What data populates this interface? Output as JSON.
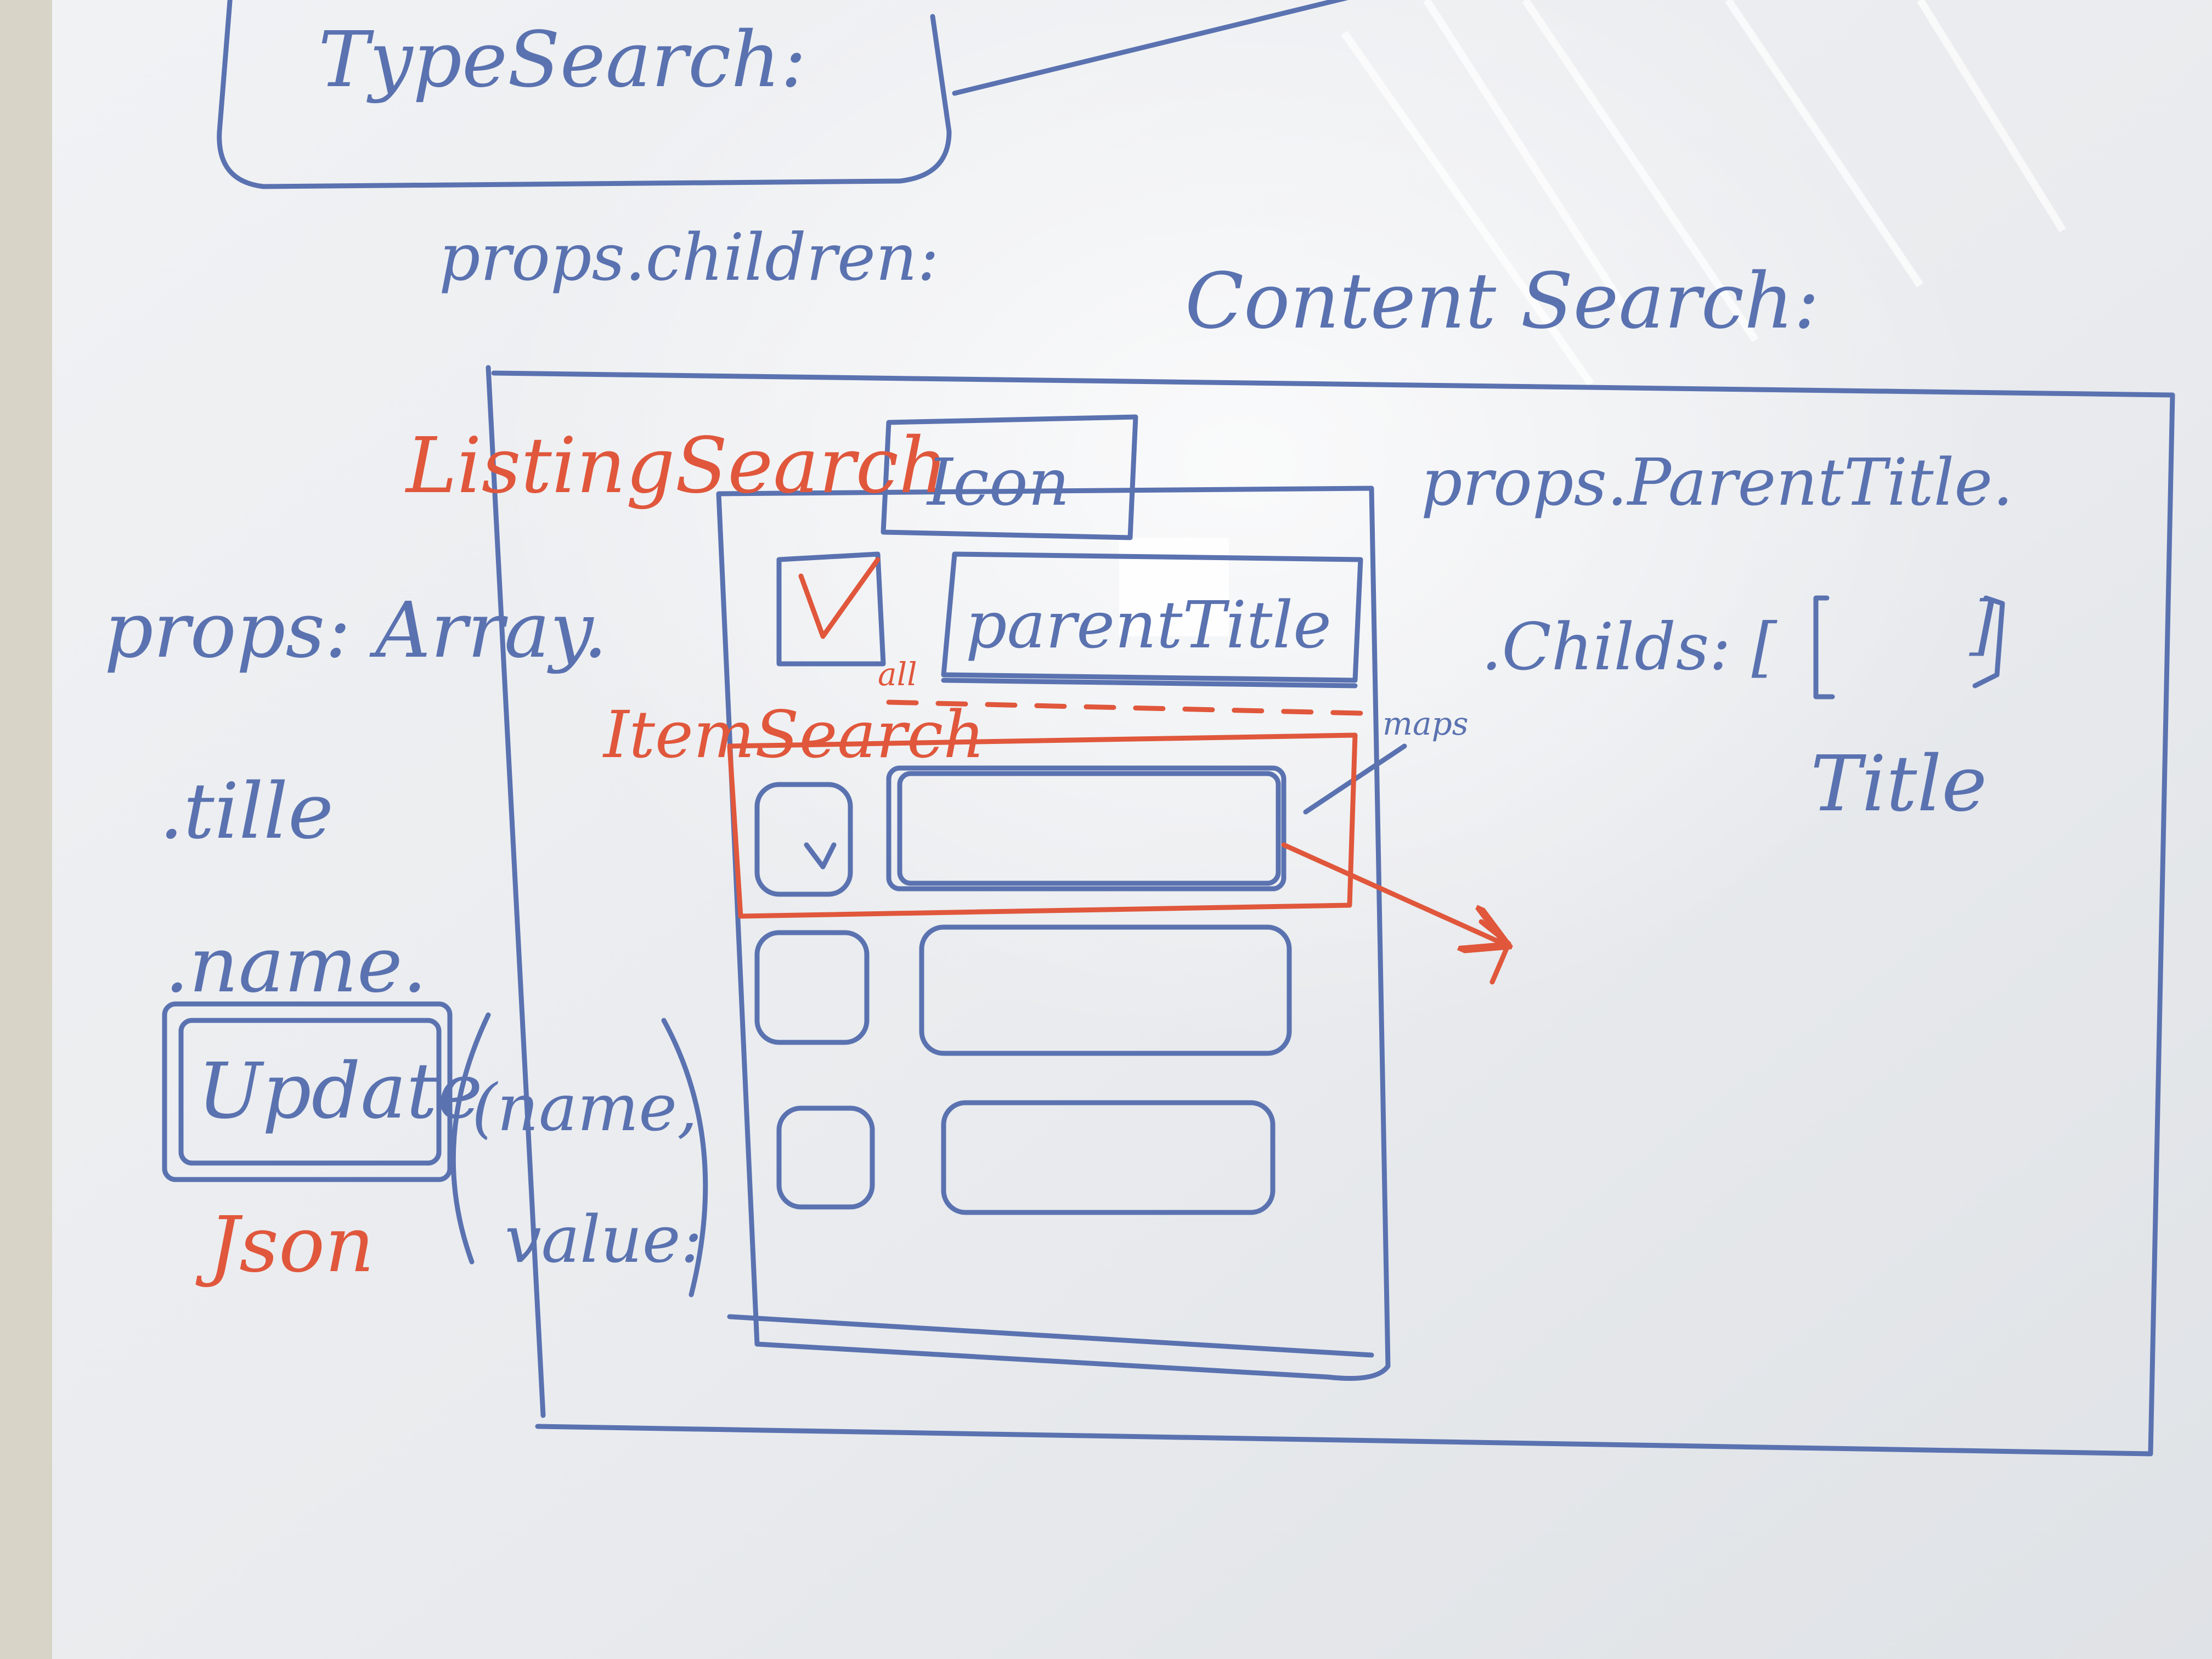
{
  "colors": {
    "board": "#eef0f2",
    "board_shadow": "#d6d9de",
    "frame_left": "#d8d4c8",
    "blue_marker": "#5a72b0",
    "red_marker": "#e0573c"
  },
  "whiteboard": {
    "type_search_label": "TypeSearch:",
    "props_children_label": "props.children:",
    "content_search_label": "Content Search:",
    "listing_search_label": "ListingSearch",
    "icon_label": "Icon",
    "parent_title_label": "parentTitle",
    "all_label": "all",
    "item_search_label": "ItemSearch",
    "maps_label": "maps",
    "props_array_label": "props: Array.",
    "title_field_label": ".tille",
    "name_field_label": ".name.",
    "update_label": "Update",
    "name_arg_label": "(name,",
    "value_arg_label": "value:",
    "json_label": "Json",
    "right_parent_title_label": "props.ParentTitle.",
    "right_childs_label": ".Childs: [",
    "right_bracket_close": "]",
    "right_title_label": "Title"
  }
}
